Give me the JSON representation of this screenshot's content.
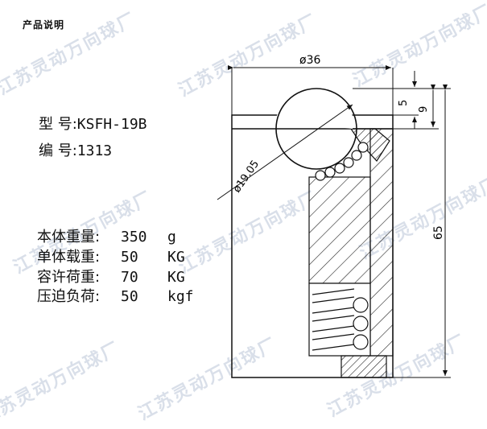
{
  "header": {
    "title": "产品说明"
  },
  "specs": {
    "model_label": "型 号:",
    "model_value": "KSFH-19B",
    "code_label": "编 号:",
    "code_value": "1313"
  },
  "properties": [
    {
      "label": "本体重量:",
      "value": "350",
      "unit": "g"
    },
    {
      "label": "单体载重:",
      "value": "50",
      "unit": "KG"
    },
    {
      "label": "容许荷重:",
      "value": "70",
      "unit": "KG"
    },
    {
      "label": "压迫负荷:",
      "value": "50",
      "unit": "kgf"
    }
  ],
  "drawing": {
    "dim_width": "ø36",
    "dim_ball": "ø19.05",
    "dim_top1": "5",
    "dim_top2": "9",
    "dim_height": "65"
  },
  "watermark": {
    "text": "江苏灵动万向球厂"
  }
}
